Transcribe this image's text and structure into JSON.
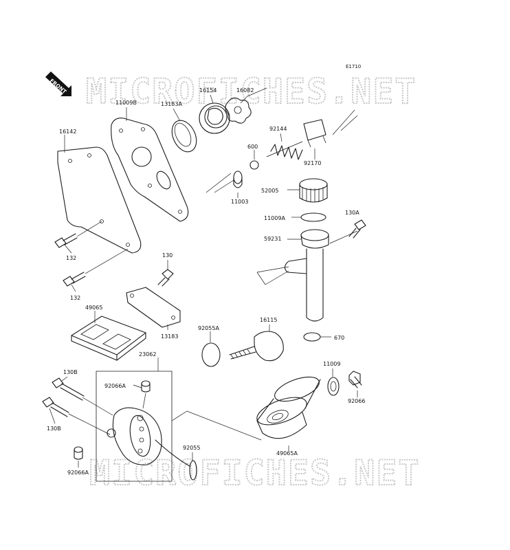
{
  "diagram_code": "E1710",
  "front_label": "FRONT",
  "watermark_text": "MICROFICHES.NET",
  "parts": {
    "p16082": "16082",
    "p16154": "16154",
    "p110098": "11009B",
    "p13183a": "13183A",
    "p16142": "16142",
    "p92144": "92144",
    "p600": "600",
    "p92170": "92170",
    "p11003": "11003",
    "p52005": "52005",
    "p130a": "130A",
    "p11009a": "11009A",
    "p59231": "59231",
    "p132_top": "132",
    "p132_bot": "132",
    "p130": "130",
    "p49065": "49065",
    "p13183": "13183",
    "p23062": "23062",
    "p92055a": "92055A",
    "p16115": "16115",
    "p670": "670",
    "p130b_top": "130B",
    "p130b_bot": "130B",
    "p92066a_top": "92066A",
    "p92066a_bot": "92066A",
    "p11009": "11009",
    "p92066": "92066",
    "p92055": "92055",
    "p49065a": "49065A"
  }
}
